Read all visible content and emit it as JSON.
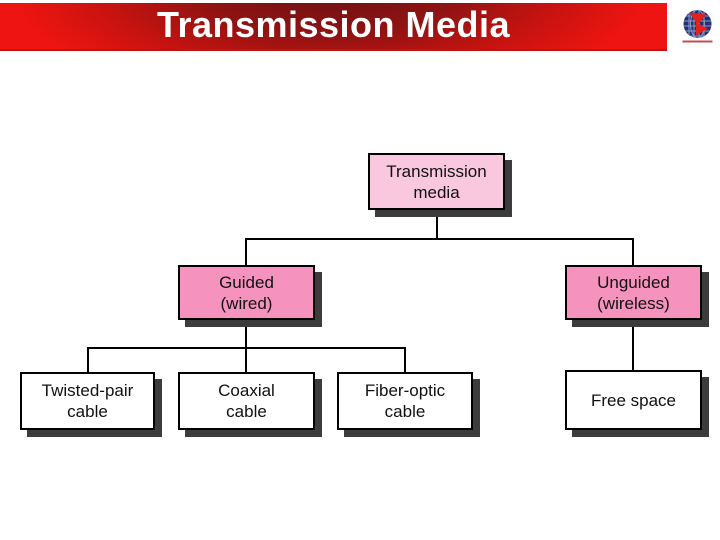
{
  "header": {
    "title": "Transmission Media"
  },
  "logo": {
    "description": "globe with red triangles"
  },
  "colors": {
    "header_red": "#EE1411",
    "header_dark": "#6E1113",
    "node_pink_light": "#FAC8DE",
    "node_pink": "#F592BE",
    "node_white": "#FFFFFF",
    "shadow": "#3C3C3C",
    "connector": "#000000",
    "logo_navy": "#243170",
    "logo_grid": "#8B9BCB",
    "logo_red": "#E3221B",
    "logo_underline": "#C05050"
  },
  "diagram": {
    "root": {
      "line1": "Transmission",
      "line2": "media"
    },
    "guided": {
      "line1": "Guided",
      "line2": "(wired)"
    },
    "unguided": {
      "line1": "Unguided",
      "line2": "(wireless)"
    },
    "twisted": {
      "line1": "Twisted-pair",
      "line2": "cable"
    },
    "coaxial": {
      "line1": "Coaxial",
      "line2": "cable"
    },
    "fiber": {
      "line1": "Fiber-optic",
      "line2": "cable"
    },
    "free_space": {
      "line1": "Free space",
      "line2": ""
    }
  }
}
